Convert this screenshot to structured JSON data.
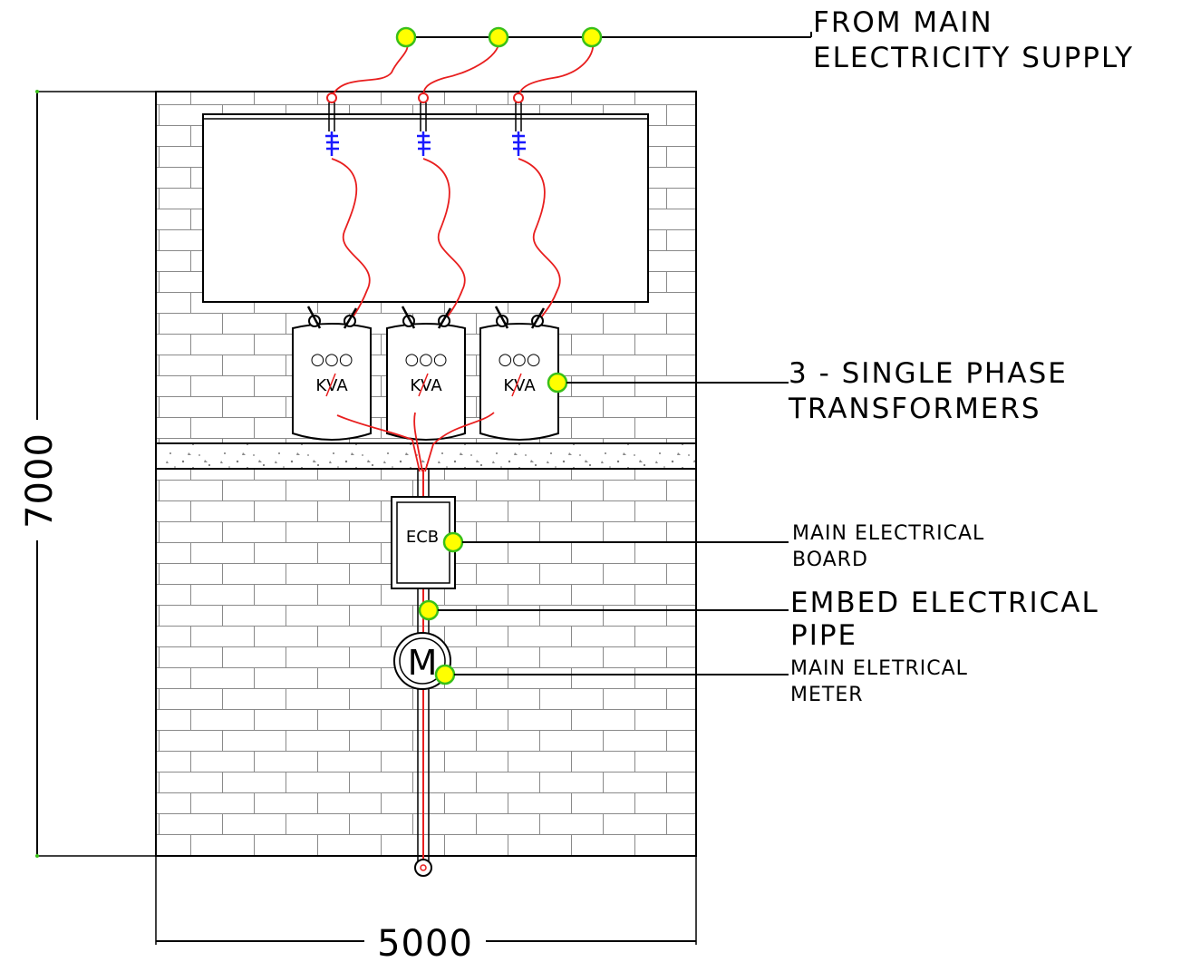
{
  "labels": {
    "supply_line1": "FROM MAIN",
    "supply_line2": "ELECTRICITY SUPPLY",
    "transformers_line1": "3 - SINGLE PHASE",
    "transformers_line2": "TRANSFORMERS",
    "board_line1": "MAIN ELECTRICAL",
    "board_line2": "BOARD",
    "pipe_line1": "EMBED ELECTRICAL",
    "pipe_line2": "PIPE",
    "meter_line1": "MAIN ELETRICAL",
    "meter_line2": "METER"
  },
  "transformers": [
    {
      "label": "KVA",
      "dots": "○○○"
    },
    {
      "label": "KVA",
      "dots": "○○○"
    },
    {
      "label": "KVA",
      "dots": "○○○"
    }
  ],
  "board": {
    "label": "ECB"
  },
  "meter": {
    "label": "M"
  },
  "dimensions": {
    "height": "7000",
    "width": "5000"
  },
  "colors": {
    "wire": "#e81e1e",
    "insulator": "#1a1aff",
    "callout_fill": "#ffff00",
    "callout_stroke": "#39c018"
  }
}
